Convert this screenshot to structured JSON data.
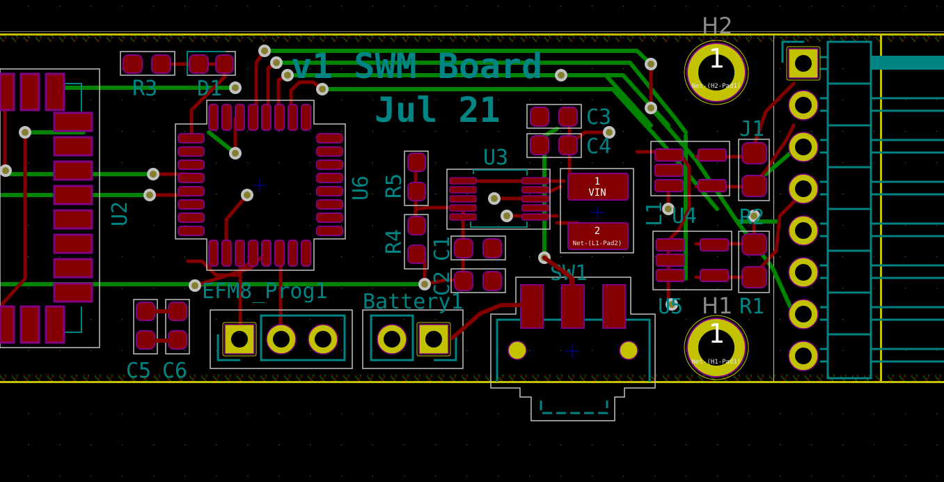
{
  "app": "PCB layout editor",
  "board": {
    "title_line1": "v1 SWM Board",
    "title_line2": "Jul 21"
  },
  "colors": {
    "background": "#000000",
    "front_copper": "#840000",
    "back_copper": "#008400",
    "silkscreen": "#008484",
    "pad_tht": "#c2c200",
    "pad_mask": "#840084",
    "board_edge": "#c2c200",
    "courtyard": "#c2c2c2",
    "via_ring": "#c2c2c2",
    "via_hole": "#847f2f",
    "anchor": "#000084"
  },
  "components": {
    "R3": "R3",
    "D1": "D1",
    "U2": "U2",
    "U6": "U6",
    "U3": "U3",
    "R5": "R5",
    "R4": "R4",
    "C1": "C1",
    "C2": "C2",
    "C3": "C3",
    "C4": "C4",
    "C5": "C5",
    "C6": "C6",
    "L1": "L1",
    "U4": "U4",
    "U5": "U5",
    "R1": "R1",
    "R2": "R2",
    "J1": "J1",
    "H1": "H1",
    "H2": "H2",
    "SW1": "SW1",
    "EFM8_Prog1": "EFM8_Prog1",
    "Battery1": "Battery1"
  },
  "pads": {
    "L1_pad1_num": "1",
    "L1_pad1_net": "VIN",
    "L1_pad2_num": "2",
    "L1_pad2_net": "Net-(L1-Pad2)",
    "H2_pad_num": "1",
    "H2_pad_net": "Net-(H2-Pad1)",
    "H1_pad_num": "1",
    "H1_pad_net": "Net-(H1-Pad1)"
  }
}
